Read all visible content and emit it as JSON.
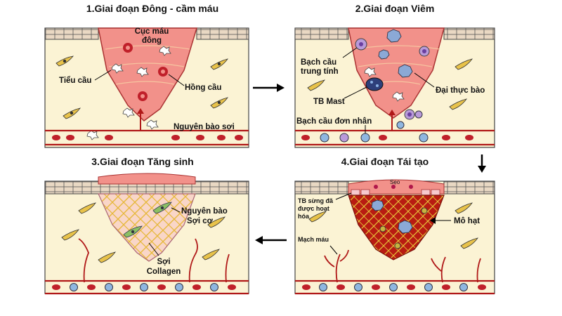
{
  "panels": [
    {
      "title": "1.Giai đoạn Đông - cầm máu",
      "labels": [
        "Cục máu đông",
        "Tiểu cầu",
        "Hồng cầu",
        "Nguyên bào sợi"
      ]
    },
    {
      "title": "2.Giai đoạn Viêm",
      "labels": [
        "Bạch cầu trung tính",
        "TB Mast",
        "Đại thực bào",
        "Bạch cầu đơn nhân"
      ]
    },
    {
      "title": "3.Giai đoạn Tăng sinh",
      "labels": [
        "Nguyên bào Sợi cơ",
        "Sợi Collagen"
      ]
    },
    {
      "title": "4.Giai đoạn Tái tạo",
      "labels": [
        "Sẹo",
        "TB sừng đã được hoạt hóa",
        "Mô hạt",
        "Mạch máu"
      ]
    }
  ],
  "colors": {
    "clot": "#f2918a",
    "red_cell": "#c0202a",
    "fibroblast": "#e8c24a",
    "collagen": "#e6cf3a",
    "granulation": "#b81b12",
    "vessel": "#b01818",
    "skin": "#e9d8c3",
    "tissue": "#fbf3d4"
  }
}
